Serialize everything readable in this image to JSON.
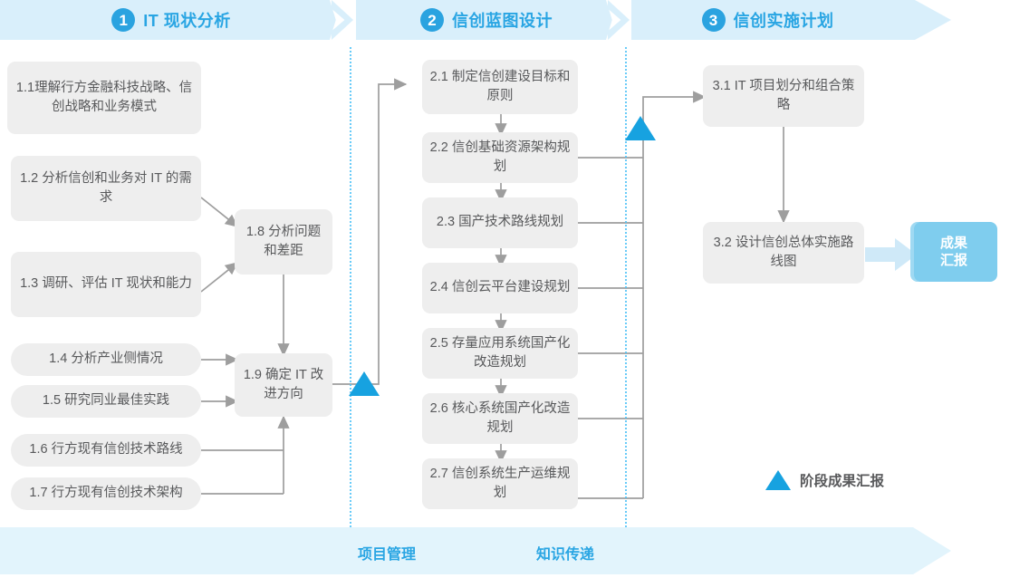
{
  "phases": [
    {
      "num": "1",
      "label": "IT 现状分析"
    },
    {
      "num": "2",
      "label": "信创蓝图设计"
    },
    {
      "num": "3",
      "label": "信创实施计划"
    }
  ],
  "phase1_tasks": [
    {
      "id": "1.1",
      "text": "1.1理解行方金融科技战略、信创战略和业务模式"
    },
    {
      "id": "1.2",
      "text": "1.2 分析信创和业务对 IT 的需求"
    },
    {
      "id": "1.3",
      "text": "1.3 调研、评估 IT 现状和能力"
    },
    {
      "id": "1.4",
      "text": "1.4 分析产业侧情况"
    },
    {
      "id": "1.5",
      "text": "1.5 研究同业最佳实践"
    },
    {
      "id": "1.6",
      "text": "1.6 行方现有信创技术路线"
    },
    {
      "id": "1.7",
      "text": "1.7 行方现有信创技术架构"
    },
    {
      "id": "1.8",
      "text": "1.8 分析问题和差距"
    },
    {
      "id": "1.9",
      "text": "1.9 确定 IT 改进方向"
    }
  ],
  "phase2_tasks": [
    {
      "id": "2.1",
      "text": "2.1 制定信创建设目标和原则"
    },
    {
      "id": "2.2",
      "text": "2.2 信创基础资源架构规划"
    },
    {
      "id": "2.3",
      "text": "2.3 国产技术路线规划"
    },
    {
      "id": "2.4",
      "text": "2.4 信创云平台建设规划"
    },
    {
      "id": "2.5",
      "text": "2.5 存量应用系统国产化改造规划"
    },
    {
      "id": "2.6",
      "text": "2.6 核心系统国产化改造规划"
    },
    {
      "id": "2.7",
      "text": "2.7 信创系统生产运维规划"
    }
  ],
  "phase3_tasks": [
    {
      "id": "3.1",
      "text": "3.1 IT 项目划分和组合策略"
    },
    {
      "id": "3.2",
      "text": "3.2 设计信创总体实施路线图"
    }
  ],
  "result": {
    "text": "成果汇报"
  },
  "legend": {
    "text": "阶段成果汇报"
  },
  "bottom_bar": {
    "labels": [
      "项目管理",
      "知识传递"
    ]
  },
  "colors": {
    "banner_bg": "#d9effb",
    "accent_blue": "#29a5e3",
    "milestone_blue": "#17a2e0",
    "box_bg": "#eeeeee",
    "box_text": "#58595b",
    "result_bg": "#7fcdee",
    "bottom_bar_bg": "#e2f4fc",
    "divider_dotted": "#4fc3f7",
    "wire_gray": "#9e9e9e"
  }
}
